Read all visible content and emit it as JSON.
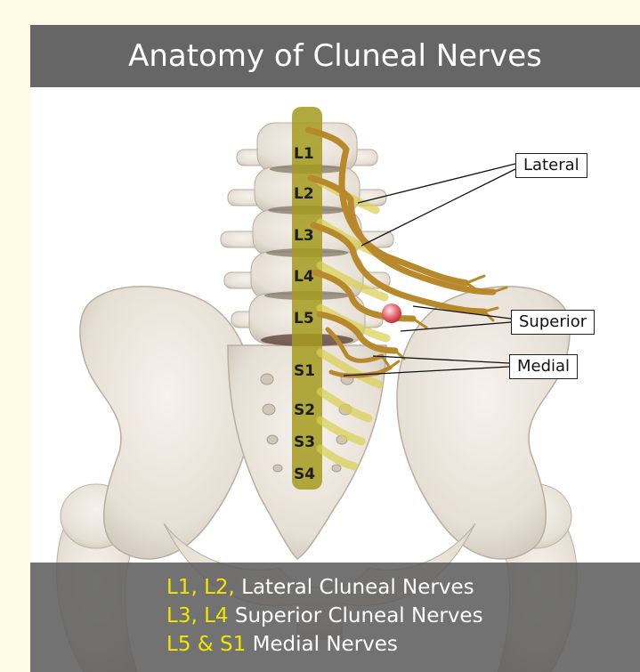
{
  "title": "Anatomy of Cluneal Nerves",
  "vertebra_labels": [
    "L1",
    "L2",
    "L3",
    "L4",
    "L5",
    "S1",
    "S2",
    "S3",
    "S4"
  ],
  "callouts": {
    "lateral": "Lateral",
    "superior": "Superior",
    "medial": "Medial"
  },
  "legend": [
    {
      "levels": "L1, L2,",
      "text": "Lateral Cluneal Nerves"
    },
    {
      "levels": "L3, L4",
      "text": "Superior Cluneal Nerves"
    },
    {
      "levels": "L5 & S1",
      "text": "Medial Nerves"
    }
  ],
  "colors": {
    "title_bar": "#666666",
    "legend_bar": "#5f5f5f",
    "level_highlight": "#f2e600",
    "nerve": "#b8892a",
    "bone": "#e8e2d9",
    "spinal_band": "#a39a1e"
  }
}
